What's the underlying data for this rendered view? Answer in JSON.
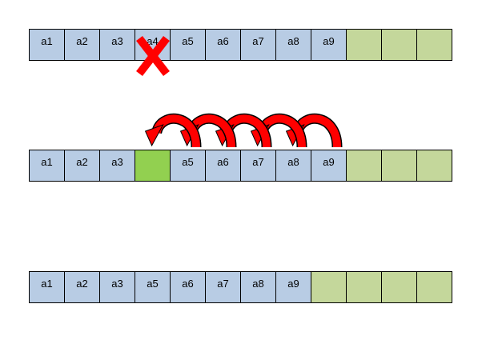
{
  "rows": [
    {
      "id": "before-delete",
      "cells": [
        {
          "label": "a1",
          "state": "filled"
        },
        {
          "label": "a2",
          "state": "filled"
        },
        {
          "label": "a3",
          "state": "filled"
        },
        {
          "label": "a4",
          "state": "filled",
          "deleted": true
        },
        {
          "label": "a5",
          "state": "filled"
        },
        {
          "label": "a6",
          "state": "filled"
        },
        {
          "label": "a7",
          "state": "filled"
        },
        {
          "label": "a8",
          "state": "filled"
        },
        {
          "label": "a9",
          "state": "filled"
        },
        {
          "label": "",
          "state": "empty"
        },
        {
          "label": "",
          "state": "empty"
        },
        {
          "label": "",
          "state": "empty"
        }
      ]
    },
    {
      "id": "shifting",
      "cells": [
        {
          "label": "a1",
          "state": "filled"
        },
        {
          "label": "a2",
          "state": "filled"
        },
        {
          "label": "a3",
          "state": "filled"
        },
        {
          "label": "",
          "state": "freed"
        },
        {
          "label": "a5",
          "state": "filled"
        },
        {
          "label": "a6",
          "state": "filled"
        },
        {
          "label": "a7",
          "state": "filled"
        },
        {
          "label": "a8",
          "state": "filled"
        },
        {
          "label": "a9",
          "state": "filled"
        },
        {
          "label": "",
          "state": "empty"
        },
        {
          "label": "",
          "state": "empty"
        },
        {
          "label": "",
          "state": "empty"
        }
      ],
      "shift_arrows_from_index": [
        4,
        5,
        6,
        7,
        8
      ]
    },
    {
      "id": "after-delete",
      "cells": [
        {
          "label": "a1",
          "state": "filled"
        },
        {
          "label": "a2",
          "state": "filled"
        },
        {
          "label": "a3",
          "state": "filled"
        },
        {
          "label": "a5",
          "state": "filled"
        },
        {
          "label": "a6",
          "state": "filled"
        },
        {
          "label": "a7",
          "state": "filled"
        },
        {
          "label": "a8",
          "state": "filled"
        },
        {
          "label": "a9",
          "state": "filled"
        },
        {
          "label": "",
          "state": "empty"
        },
        {
          "label": "",
          "state": "empty"
        },
        {
          "label": "",
          "state": "empty"
        },
        {
          "label": "",
          "state": "empty"
        }
      ]
    }
  ],
  "icons": {
    "delete_mark": "x-mark-icon",
    "shift_arrow": "curved-arrow-left-icon"
  },
  "colors": {
    "filled": "#b8cce4",
    "empty": "#c4d79b",
    "freed": "#92d050",
    "arrow": "#ff0000",
    "delete_mark": "#ff0000"
  }
}
